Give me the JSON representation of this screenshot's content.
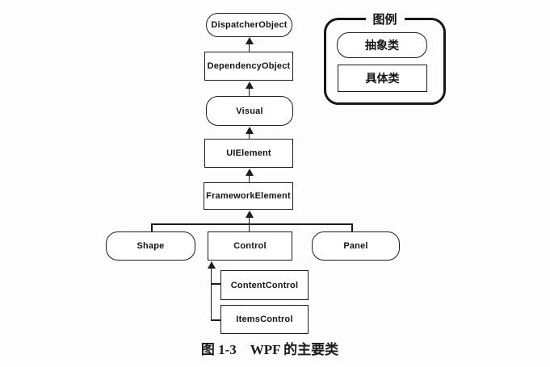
{
  "figure": {
    "caption": "图 1-3　WPF 的主要类"
  },
  "legend": {
    "title": "图例",
    "items": [
      {
        "label": "抽象类",
        "shape": "rounded"
      },
      {
        "label": "具体类",
        "shape": "rect"
      }
    ]
  },
  "classes": {
    "dispatcher_object": "DispatcherObject",
    "dependency_object": "DependencyObject",
    "visual": "Visual",
    "ui_element": "UIElement",
    "framework_element": "FrameworkElement",
    "shape": "Shape",
    "control": "Control",
    "panel": "Panel",
    "content_control": "ContentControl",
    "items_control": "ItemsControl"
  },
  "colors": {
    "line": "#1c1c1c",
    "background": "#fdfdfd"
  }
}
